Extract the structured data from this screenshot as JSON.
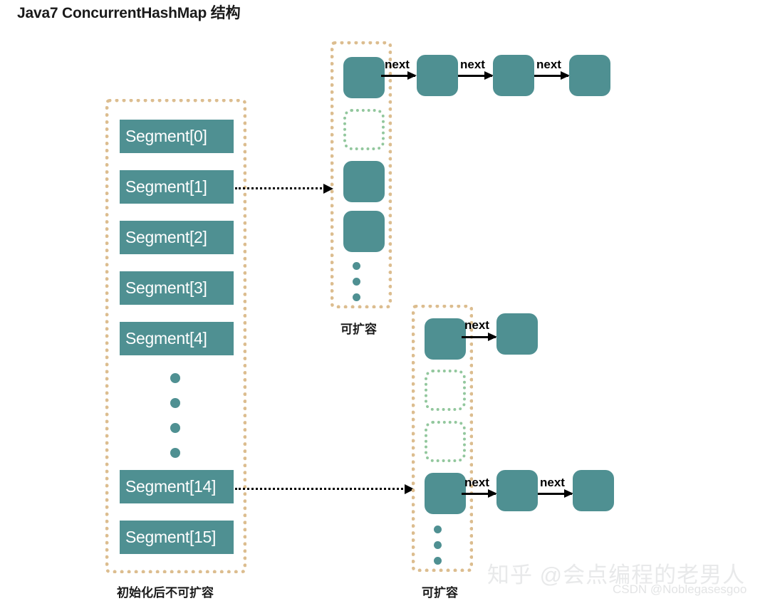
{
  "title": "Java7 ConcurrentHashMap 结构",
  "segment_column": {
    "caption": "初始化后不可扩容",
    "items": [
      {
        "label": "Segment[0]"
      },
      {
        "label": "Segment[1]"
      },
      {
        "label": "Segment[2]"
      },
      {
        "label": "Segment[3]"
      },
      {
        "label": "Segment[4]"
      },
      {
        "label": "Segment[14]"
      },
      {
        "label": "Segment[15]"
      }
    ],
    "ellipsis_dots": 4
  },
  "table_a": {
    "caption": "可扩容",
    "slots": [
      "filled",
      "empty",
      "filled",
      "filled"
    ],
    "ellipsis_dots": 3,
    "chain": {
      "next_labels": [
        "next",
        "next",
        "next"
      ],
      "node_count": 3
    }
  },
  "table_b": {
    "caption": "可扩容",
    "slots": [
      "filled",
      "empty",
      "empty",
      "filled"
    ],
    "ellipsis_dots": 3,
    "chain_top": {
      "next_labels": [
        "next"
      ],
      "node_count": 1
    },
    "chain_bottom": {
      "next_labels": [
        "next",
        "next"
      ],
      "node_count": 2
    }
  },
  "colors": {
    "node_fill": "#4f9092",
    "tan_dashed": "#dcbd8f",
    "green_dashed": "#92c79d",
    "arrow": "#000000",
    "text_on_node": "#ffffff",
    "background": "#ffffff"
  },
  "watermarks": {
    "zhihu": "知乎 @会点编程的老男人",
    "csdn": "CSDN @Noblegasesgoo"
  }
}
